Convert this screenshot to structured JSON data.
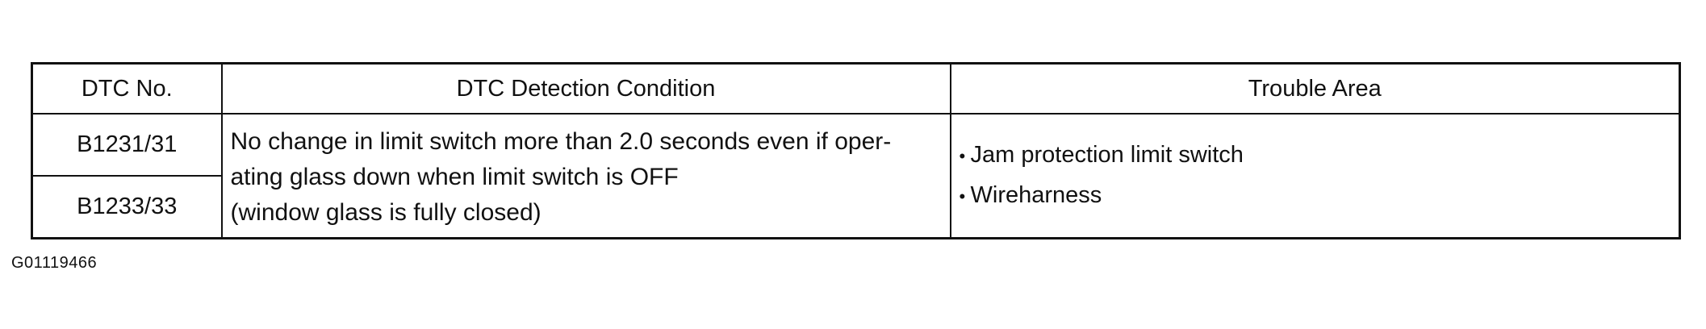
{
  "table": {
    "headers": {
      "dtc_no": "DTC No.",
      "condition": "DTC Detection Condition",
      "trouble_area": "Trouble Area"
    },
    "codes": [
      "B1231/31",
      "B1233/33"
    ],
    "condition_lines": [
      "No change in limit switch more than 2.0 seconds even if oper-",
      "ating glass down when limit switch is OFF",
      "(window glass is fully closed)"
    ],
    "trouble_areas": [
      "Jam protection limit switch",
      "Wireharness"
    ],
    "bullet": "•"
  },
  "figure_id": "G01119466"
}
